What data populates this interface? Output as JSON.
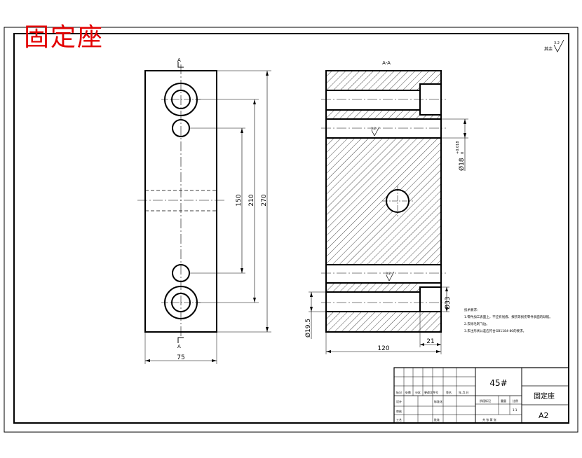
{
  "title": "固定座",
  "roughness": {
    "prefix": "其余",
    "value": "3.2"
  },
  "section_label": "A-A",
  "section_marks": {
    "top": "A",
    "bottom": "A"
  },
  "dimensions": {
    "hole_spacing_inner": "150",
    "hole_spacing_outer": "210",
    "total_length": "270",
    "width": "75",
    "bore_diameter": "Ø18",
    "bore_tolerance_upper": "+0.018",
    "bore_tolerance_lower": "0",
    "counterbore_diameter": "Ø33",
    "hole_diameter": "Ø19.5",
    "counterbore_depth": "21",
    "section_length": "120",
    "surface_roughness": "3.2"
  },
  "tech_notes": [
    "技术要求：",
    "1.零件加工表面上，不应有划痕、擦伤等损伤零件表面的缺陷。",
    "2.去除毛刺飞边。",
    "3.未注形状公差应符合GB1184-80的要求。"
  ],
  "title_block": {
    "material": "45#",
    "part_name": "固定座",
    "drawing_no": "A2",
    "row_labels": [
      "标记",
      "处数",
      "分区",
      "更改文件号",
      "签名",
      "年.月.日"
    ],
    "labels": {
      "design": "设计",
      "standardize": "标准化",
      "review": "审核",
      "process": "工艺",
      "approve": "批准",
      "stage_mark": "阶段标记",
      "weight": "重量",
      "ratio": "比例",
      "ratio_value": "1:1",
      "sheet": "共 张 第 张"
    }
  }
}
